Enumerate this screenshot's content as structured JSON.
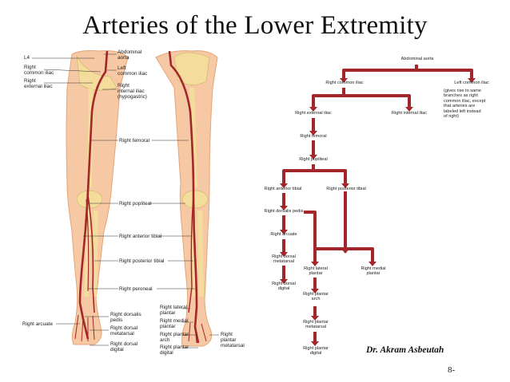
{
  "title": "Arteries of the Lower Extremity",
  "author": "Dr. Akram Asbeutah",
  "page_number": "8-",
  "anatomy_labels": {
    "l4": "L4",
    "right_common_iliac": "Right\ncommon iliac",
    "right_external_iliac": "Right\nexternal iliac",
    "abdominal_aorta": "Abdominal\naorta",
    "left_common_iliac": "Left\ncommon iliac",
    "right_internal_iliac": "Right\ninternal iliac\n(hypogastric)",
    "right_femoral": "Right femoral",
    "right_popliteal": "Right popliteal",
    "right_anterior_tibial": "Right anterior tibial",
    "right_posterior_tibial": "Right posterior tibial",
    "right_peroneal": "Right peroneal",
    "right_arcuate": "Right arcuate",
    "right_dorsalis_pedis": "Right dorsalis\npedis",
    "right_dorsal_metatarsal": "Right dorsal\nmetatarsal",
    "right_dorsal_digital": "Right dorsal\ndigital",
    "right_lateral_plantar": "Right lateral\nplantar",
    "right_medial_plantar": "Right medial\nplantar",
    "right_plantar_arch": "Right plantar\narch",
    "right_plantar_digital": "Right plantar\ndigital",
    "right_plantar_metatarsal": "Right\nplantar\nmetatarsal"
  },
  "flowchart": {
    "abdominal_aorta": "Abdominal aorta",
    "right_common_iliac": "Right common iliac",
    "left_common_iliac": "Left common iliac",
    "left_note": "(gives rise to same\nbranches as right\ncommon iliac, except\nthat arteries are\nlabeled left instead\nof right)",
    "right_external_iliac": "Right external iliac",
    "right_internal_iliac": "Right internal iliac",
    "right_femoral": "Right femoral",
    "right_popliteal": "Right popliteal",
    "right_anterior_tibial": "Right anterior tibial",
    "right_posterior_tibial": "Right posterior tibial",
    "right_dorsalis_pedis": "Right dorsalis pedis",
    "right_arcuate": "Right arcuate",
    "right_dorsal_metatarsal": "Right dorsal\nmetatarsal",
    "right_dorsal_digital": "Right dorsal\ndigital",
    "right_lateral_plantar": "Right lateral\nplantar",
    "right_medial_plantar": "Right medial\nplantar",
    "right_plantar_arch": "Right plantar\narch",
    "right_plantar_metatarsal": "Right plantar\nmetatarsal",
    "right_plantar_digital": "Right plantar\ndigital"
  },
  "colors": {
    "artery": "#a3262a",
    "skin": "#f6c9a4",
    "skin_dark": "#e4a478",
    "bone": "#f3dc9c"
  }
}
